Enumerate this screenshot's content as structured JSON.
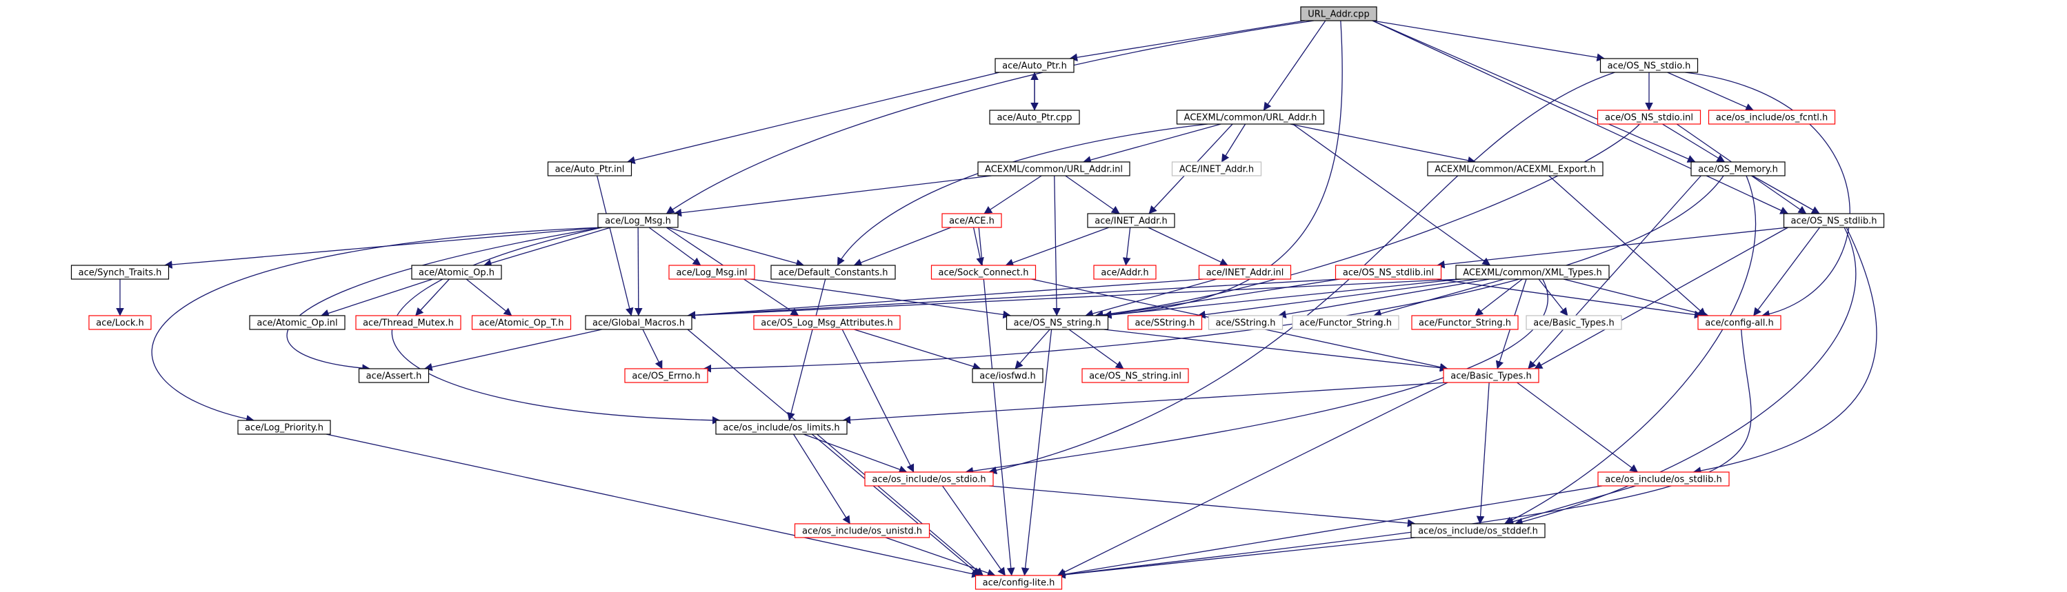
{
  "colors": {
    "edge": "#191970",
    "border_default": "#000000",
    "border_missing": "#ff0000",
    "border_nofile": "#bfbfbf",
    "fill_root": "#bfbfbf",
    "fill_default": "#ffffff"
  },
  "nodes": [
    {
      "id": "root",
      "label": "URL_Addr.cpp",
      "style": "root"
    },
    {
      "id": "auto_ptr_h",
      "label": "ace/Auto_Ptr.h",
      "style": "normal"
    },
    {
      "id": "auto_ptr_cpp",
      "label": "ace/Auto_Ptr.cpp",
      "style": "normal"
    },
    {
      "id": "os_ns_stdio_h",
      "label": "ace/OS_NS_stdio.h",
      "style": "normal"
    },
    {
      "id": "os_ns_stdio_inl",
      "label": "ace/OS_NS_stdio.inl",
      "style": "missing"
    },
    {
      "id": "os_fcntl",
      "label": "ace/os_include/os_fcntl.h",
      "style": "missing"
    },
    {
      "id": "acexml_url_addr_h",
      "label": "ACEXML/common/URL_Addr.h",
      "style": "normal"
    },
    {
      "id": "auto_ptr_inl",
      "label": "ace/Auto_Ptr.inl",
      "style": "normal"
    },
    {
      "id": "acexml_url_addr_inl",
      "label": "ACEXML/common/URL_Addr.inl",
      "style": "normal"
    },
    {
      "id": "inet_addr_h_grey",
      "label": "ACE/INET_Addr.h",
      "style": "nofile"
    },
    {
      "id": "acexml_export",
      "label": "ACEXML/common/ACEXML_Export.h",
      "style": "normal"
    },
    {
      "id": "os_memory",
      "label": "ace/OS_Memory.h",
      "style": "normal"
    },
    {
      "id": "log_msg_h",
      "label": "ace/Log_Msg.h",
      "style": "normal"
    },
    {
      "id": "ace_h",
      "label": "ace/ACE.h",
      "style": "missing"
    },
    {
      "id": "inet_addr_h",
      "label": "ace/INET_Addr.h",
      "style": "normal"
    },
    {
      "id": "os_ns_stdlib_h",
      "label": "ace/OS_NS_stdlib.h",
      "style": "normal"
    },
    {
      "id": "synch_traits",
      "label": "ace/Synch_Traits.h",
      "style": "normal"
    },
    {
      "id": "atomic_op_h",
      "label": "ace/Atomic_Op.h",
      "style": "normal"
    },
    {
      "id": "log_msg_inl",
      "label": "ace/Log_Msg.inl",
      "style": "missing"
    },
    {
      "id": "default_constants",
      "label": "ace/Default_Constants.h",
      "style": "normal"
    },
    {
      "id": "sock_connect",
      "label": "ace/Sock_Connect.h",
      "style": "missing"
    },
    {
      "id": "addr_h",
      "label": "ace/Addr.h",
      "style": "missing"
    },
    {
      "id": "inet_addr_inl",
      "label": "ace/INET_Addr.inl",
      "style": "missing"
    },
    {
      "id": "os_ns_stdlib_inl",
      "label": "ace/OS_NS_stdlib.inl",
      "style": "missing"
    },
    {
      "id": "acexml_xml_types",
      "label": "ACEXML/common/XML_Types.h",
      "style": "normal"
    },
    {
      "id": "lock_h",
      "label": "ace/Lock.h",
      "style": "missing"
    },
    {
      "id": "atomic_op_inl",
      "label": "ace/Atomic_Op.inl",
      "style": "normal"
    },
    {
      "id": "thread_mutex",
      "label": "ace/Thread_Mutex.h",
      "style": "missing"
    },
    {
      "id": "atomic_op_t",
      "label": "ace/Atomic_Op_T.h",
      "style": "missing"
    },
    {
      "id": "global_macros",
      "label": "ace/Global_Macros.h",
      "style": "normal"
    },
    {
      "id": "os_log_msg_attr",
      "label": "ace/OS_Log_Msg_Attributes.h",
      "style": "missing"
    },
    {
      "id": "os_ns_string_h",
      "label": "ace/OS_NS_string.h",
      "style": "normal"
    },
    {
      "id": "sstring_red",
      "label": "ace/SString.h",
      "style": "missing"
    },
    {
      "id": "sstring_grey",
      "label": "ace/SString.h",
      "style": "nofile"
    },
    {
      "id": "functor_string_grey",
      "label": "ace/Functor_String.h",
      "style": "nofile"
    },
    {
      "id": "functor_string_red",
      "label": "ace/Functor_String.h",
      "style": "missing"
    },
    {
      "id": "basic_types_grey",
      "label": "ace/Basic_Types.h",
      "style": "nofile"
    },
    {
      "id": "config_all",
      "label": "ace/config-all.h",
      "style": "missing"
    },
    {
      "id": "assert_h",
      "label": "ace/Assert.h",
      "style": "normal"
    },
    {
      "id": "os_errno",
      "label": "ace/OS_Errno.h",
      "style": "missing"
    },
    {
      "id": "iosfwd",
      "label": "ace/iosfwd.h",
      "style": "normal"
    },
    {
      "id": "os_ns_string_inl",
      "label": "ace/OS_NS_string.inl",
      "style": "missing"
    },
    {
      "id": "basic_types_red",
      "label": "ace/Basic_Types.h",
      "style": "missing"
    },
    {
      "id": "log_priority",
      "label": "ace/Log_Priority.h",
      "style": "normal"
    },
    {
      "id": "os_limits",
      "label": "ace/os_include/os_limits.h",
      "style": "normal"
    },
    {
      "id": "os_stdio",
      "label": "ace/os_include/os_stdio.h",
      "style": "missing"
    },
    {
      "id": "os_stdlib",
      "label": "ace/os_include/os_stdlib.h",
      "style": "missing"
    },
    {
      "id": "os_unistd",
      "label": "ace/os_include/os_unistd.h",
      "style": "missing"
    },
    {
      "id": "os_stddef",
      "label": "ace/os_include/os_stddef.h",
      "style": "normal"
    },
    {
      "id": "config_lite",
      "label": "ace/config-lite.h",
      "style": "missing"
    }
  ],
  "edges": [
    [
      "root",
      "auto_ptr_h"
    ],
    [
      "root",
      "os_ns_stdio_h"
    ],
    [
      "root",
      "acexml_url_addr_h"
    ],
    [
      "root",
      "log_msg_h"
    ],
    [
      "root",
      "os_memory"
    ],
    [
      "root",
      "os_ns_stdlib_h"
    ],
    [
      "root",
      "os_ns_string_h"
    ],
    [
      "auto_ptr_h",
      "auto_ptr_cpp"
    ],
    [
      "auto_ptr_cpp",
      "auto_ptr_h"
    ],
    [
      "auto_ptr_h",
      "auto_ptr_inl"
    ],
    [
      "os_ns_stdio_h",
      "os_ns_stdio_inl"
    ],
    [
      "os_ns_stdio_h",
      "os_fcntl"
    ],
    [
      "os_ns_stdio_h",
      "config_all"
    ],
    [
      "os_ns_stdio_h",
      "os_stdio"
    ],
    [
      "os_ns_stdio_inl",
      "os_memory"
    ],
    [
      "os_ns_stdio_inl",
      "os_ns_stdlib_h"
    ],
    [
      "os_ns_stdio_inl",
      "os_ns_string_h"
    ],
    [
      "acexml_url_addr_h",
      "acexml_url_addr_inl"
    ],
    [
      "acexml_url_addr_h",
      "inet_addr_h_grey"
    ],
    [
      "acexml_url_addr_h",
      "acexml_export"
    ],
    [
      "acexml_url_addr_h",
      "inet_addr_h"
    ],
    [
      "acexml_url_addr_h",
      "acexml_xml_types"
    ],
    [
      "acexml_url_addr_h",
      "default_constants"
    ],
    [
      "acexml_url_addr_inl",
      "log_msg_h"
    ],
    [
      "acexml_url_addr_inl",
      "ace_h"
    ],
    [
      "acexml_url_addr_inl",
      "inet_addr_h"
    ],
    [
      "acexml_url_addr_inl",
      "os_ns_string_h"
    ],
    [
      "auto_ptr_inl",
      "global_macros"
    ],
    [
      "acexml_export",
      "config_all"
    ],
    [
      "os_memory",
      "os_ns_stdlib_h"
    ],
    [
      "os_memory",
      "os_errno"
    ],
    [
      "os_memory",
      "basic_types_red"
    ],
    [
      "os_memory",
      "os_stddef"
    ],
    [
      "log_msg_h",
      "synch_traits"
    ],
    [
      "log_msg_h",
      "atomic_op_h"
    ],
    [
      "log_msg_h",
      "log_msg_inl"
    ],
    [
      "log_msg_h",
      "default_constants"
    ],
    [
      "log_msg_h",
      "global_macros"
    ],
    [
      "log_msg_h",
      "os_log_msg_attr"
    ],
    [
      "log_msg_h",
      "log_priority"
    ],
    [
      "log_msg_h",
      "assert_h"
    ],
    [
      "log_msg_h",
      "os_limits"
    ],
    [
      "ace_h",
      "default_constants"
    ],
    [
      "ace_h",
      "sock_connect"
    ],
    [
      "ace_h",
      "config_lite"
    ],
    [
      "inet_addr_h",
      "sock_connect"
    ],
    [
      "inet_addr_h",
      "addr_h"
    ],
    [
      "inet_addr_h",
      "inet_addr_inl"
    ],
    [
      "os_ns_stdlib_h",
      "os_ns_stdlib_inl"
    ],
    [
      "os_ns_stdlib_h",
      "config_all"
    ],
    [
      "os_ns_stdlib_h",
      "basic_types_red"
    ],
    [
      "os_ns_stdlib_h",
      "os_stdlib"
    ],
    [
      "os_ns_stdlib_h",
      "os_stddef"
    ],
    [
      "synch_traits",
      "lock_h"
    ],
    [
      "atomic_op_h",
      "atomic_op_inl"
    ],
    [
      "atomic_op_h",
      "thread_mutex"
    ],
    [
      "atomic_op_h",
      "atomic_op_t"
    ],
    [
      "log_msg_inl",
      "os_ns_string_h"
    ],
    [
      "default_constants",
      "os_limits"
    ],
    [
      "sock_connect",
      "basic_types_red"
    ],
    [
      "inet_addr_inl",
      "global_macros"
    ],
    [
      "inet_addr_inl",
      "os_ns_string_h"
    ],
    [
      "os_ns_stdlib_inl",
      "global_macros"
    ],
    [
      "os_ns_stdlib_inl",
      "os_ns_string_h"
    ],
    [
      "os_ns_stdlib_inl",
      "config_all"
    ],
    [
      "acexml_xml_types",
      "os_ns_string_h"
    ],
    [
      "acexml_xml_types",
      "sstring_red"
    ],
    [
      "acexml_xml_types",
      "sstring_grey"
    ],
    [
      "acexml_xml_types",
      "functor_string_grey"
    ],
    [
      "acexml_xml_types",
      "functor_string_red"
    ],
    [
      "acexml_xml_types",
      "basic_types_grey"
    ],
    [
      "acexml_xml_types",
      "config_all"
    ],
    [
      "acexml_xml_types",
      "basic_types_red"
    ],
    [
      "acexml_xml_types",
      "os_stdio"
    ],
    [
      "acexml_xml_types",
      "global_macros"
    ],
    [
      "global_macros",
      "assert_h"
    ],
    [
      "global_macros",
      "os_errno"
    ],
    [
      "global_macros",
      "config_lite"
    ],
    [
      "os_log_msg_attr",
      "iosfwd"
    ],
    [
      "os_log_msg_attr",
      "os_stdio"
    ],
    [
      "os_ns_string_h",
      "iosfwd"
    ],
    [
      "os_ns_string_h",
      "os_ns_string_inl"
    ],
    [
      "os_ns_string_h",
      "basic_types_red"
    ],
    [
      "os_ns_string_h",
      "config_lite"
    ],
    [
      "config_all",
      "config_lite"
    ],
    [
      "basic_types_red",
      "os_limits"
    ],
    [
      "basic_types_red",
      "os_stdlib"
    ],
    [
      "basic_types_red",
      "os_stddef"
    ],
    [
      "basic_types_red",
      "config_lite"
    ],
    [
      "log_priority",
      "config_lite"
    ],
    [
      "os_limits",
      "os_stdio"
    ],
    [
      "os_limits",
      "os_unistd"
    ],
    [
      "os_limits",
      "config_lite"
    ],
    [
      "os_stdio",
      "os_stddef"
    ],
    [
      "os_stdio",
      "config_lite"
    ],
    [
      "os_stdlib",
      "os_stddef"
    ],
    [
      "os_stdlib",
      "config_lite"
    ],
    [
      "os_unistd",
      "config_lite"
    ],
    [
      "os_stddef",
      "config_lite"
    ]
  ]
}
